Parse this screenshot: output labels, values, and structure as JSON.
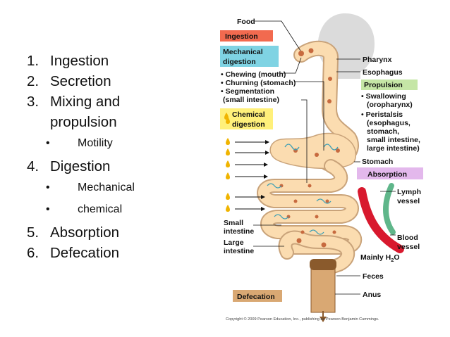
{
  "steps": [
    {
      "num": "1.",
      "label": "Ingestion"
    },
    {
      "num": "2.",
      "label": "Secretion"
    },
    {
      "num": "3.",
      "label": "Mixing and propulsion"
    },
    {
      "num": "4.",
      "label": "Digestion"
    },
    {
      "num": "5.",
      "label": "Absorption"
    },
    {
      "num": "6.",
      "label": "Defecation"
    }
  ],
  "mixing_subitems": [
    {
      "bullet": "•",
      "label": "Motility"
    }
  ],
  "digestion_subitems": [
    {
      "bullet": "•",
      "label": "Mechanical"
    },
    {
      "bullet": "•",
      "label": "chemical"
    }
  ],
  "diagram": {
    "food": "Food",
    "ingestion": "Ingestion",
    "mechanical_digestion": [
      "Mechanical",
      "digestion"
    ],
    "mechanical_items": [
      "• Chewing (mouth)",
      "• Churning (stomach)",
      "• Segmentation",
      "(small intestine)"
    ],
    "chemical_digestion": [
      "Chemical",
      "digestion"
    ],
    "pharynx": "Pharynx",
    "esophagus": "Esophagus",
    "propulsion": "Propulsion",
    "propulsion_items": [
      "• Swallowing",
      "(oropharynx)",
      "• Peristalsis",
      "(esophagus,",
      "stomach,",
      "small intestine,",
      "large intestine)"
    ],
    "stomach": "Stomach",
    "absorption": "Absorption",
    "lymph_vessel": [
      "Lymph",
      "vessel"
    ],
    "blood_vessel": [
      "Blood",
      "vessel"
    ],
    "small_intestine": [
      "Small",
      "intestine"
    ],
    "large_intestine": [
      "Large",
      "intestine"
    ],
    "mainly_water": "Mainly H",
    "mainly_water_sub": "2",
    "mainly_water_end": "O",
    "feces": "Feces",
    "anus": "Anus",
    "defecation": "Defecation",
    "copyright": "Copyright © 2009 Pearson Education, Inc., publishing as Pearson Benjamin Cummings."
  },
  "colors": {
    "ingestion_box": "#f26a4f",
    "mechanical_box": "#7fd3e3",
    "chemical_box": "#fff07a",
    "propulsion_box": "#c5e6a6",
    "absorption_box": "#e3b8ec",
    "defecation_box": "#d9a873",
    "tract_fill": "#fbdcb0",
    "tract_stroke": "#c9a37a",
    "blood_vessel": "#d8192e",
    "lymph_vessel": "#5fb68a",
    "gland_arrow": "#f0b400",
    "food_particle": "#c76a3f",
    "feces": "#8a5a2c"
  }
}
